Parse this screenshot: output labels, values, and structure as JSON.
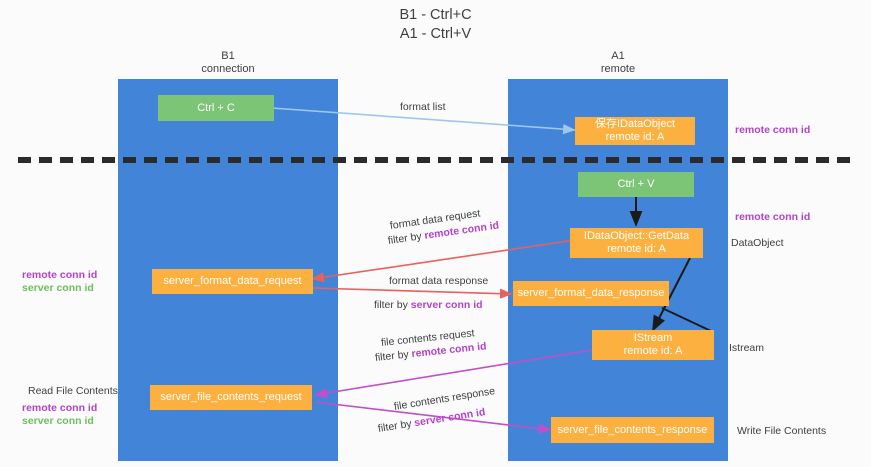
{
  "title": "B1 - Ctrl+C\nA1 - Ctrl+V",
  "lanes": [
    {
      "name": "B1",
      "sub": "connection"
    },
    {
      "name": "A1",
      "sub": "remote"
    }
  ],
  "boxes": {
    "ctrl_c": {
      "line1": "Ctrl + C",
      "line2": ""
    },
    "save_dataobject": {
      "line1": "保存IDataObject",
      "line2": "remote id: A"
    },
    "ctrl_v": {
      "line1": "Ctrl + V",
      "line2": ""
    },
    "getdata": {
      "line1": "IDataObject::GetData",
      "line2": "remote id: A"
    },
    "server_format_data_request": {
      "line1": "server_format_data_request",
      "line2": ""
    },
    "server_format_data_response": {
      "line1": "server_format_data_response",
      "line2": ""
    },
    "istream": {
      "line1": "IStream",
      "line2": "remote id: A"
    },
    "server_file_contents_request": {
      "line1": "server_file_contents_request",
      "line2": ""
    },
    "server_file_contents_response": {
      "line1": "server_file_contents_response",
      "line2": ""
    }
  },
  "edge_labels": {
    "format_list": "format list",
    "format_data_request": "format data request",
    "format_data_request_filter_prefix": "filter by ",
    "format_data_request_filter_key": "remote conn id",
    "format_data_response": "format data response",
    "format_data_response_filter_prefix": "filter by ",
    "format_data_response_filter_key": "server conn id",
    "file_contents_request": "file contents request",
    "file_contents_request_filter_prefix": "filter by ",
    "file_contents_request_filter_key": "remote conn id",
    "file_contents_response": "file contents response",
    "file_contents_response_filter_prefix": "filter by ",
    "file_contents_response_filter_key": "server conn id"
  },
  "right_labels": {
    "remote_conn_id_top": "remote conn id",
    "remote_conn_id_mid": "remote conn id",
    "dataobject": "DataObject",
    "istream": "Istream",
    "write_file_contents": "Write File Contents"
  },
  "left_labels": {
    "remote_conn_id_mid": "remote conn id",
    "server_conn_id_mid": "server conn id",
    "read_file_contents": "Read File Contents",
    "remote_conn_id_bottom": "remote conn id",
    "server_conn_id_bottom": "server conn id"
  },
  "colors": {
    "lane": "#4285d8",
    "green_box": "#7cc576",
    "orange_box": "#fbb040",
    "remote_key": "#b343c8",
    "server_key": "#6cbf5c",
    "arrow_light_blue": "#9fc7ee",
    "arrow_red": "#e8615c",
    "arrow_magenta": "#c24ec9",
    "arrow_black": "#1a1a1a",
    "divider": "#2b2b2b"
  }
}
